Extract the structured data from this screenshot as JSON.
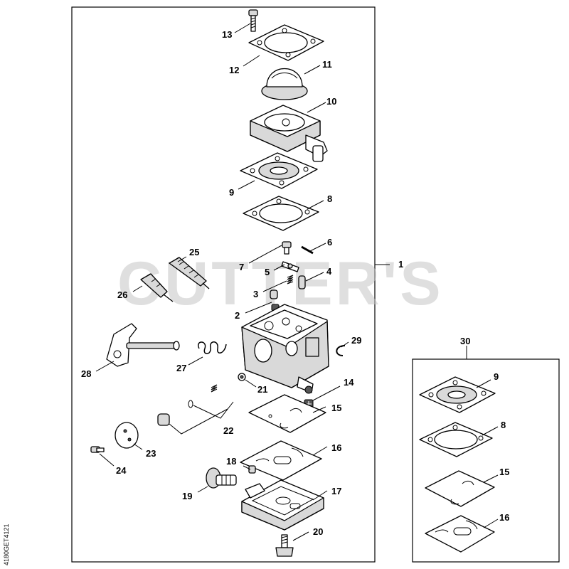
{
  "diagram": {
    "watermark": "CUTTER'S",
    "drawing_code": "4180GET4121",
    "callouts": {
      "c1": "1",
      "c2": "2",
      "c3": "3",
      "c4": "4",
      "c5": "5",
      "c6": "6",
      "c7": "7",
      "c8": "8",
      "c9": "9",
      "c10": "10",
      "c11": "11",
      "c12": "12",
      "c13": "13",
      "c14": "14",
      "c15": "15",
      "c16": "16",
      "c17": "17",
      "c18": "18",
      "c19": "19",
      "c20": "20",
      "c21": "21",
      "c22": "22",
      "c23": "23",
      "c24": "24",
      "c25": "25",
      "c26": "26",
      "c27": "27",
      "c28": "28",
      "c29": "29",
      "c30": "30"
    },
    "kit": {
      "label": "30",
      "items": {
        "k9": "9",
        "k8": "8",
        "k15": "15",
        "k16": "16"
      }
    }
  }
}
